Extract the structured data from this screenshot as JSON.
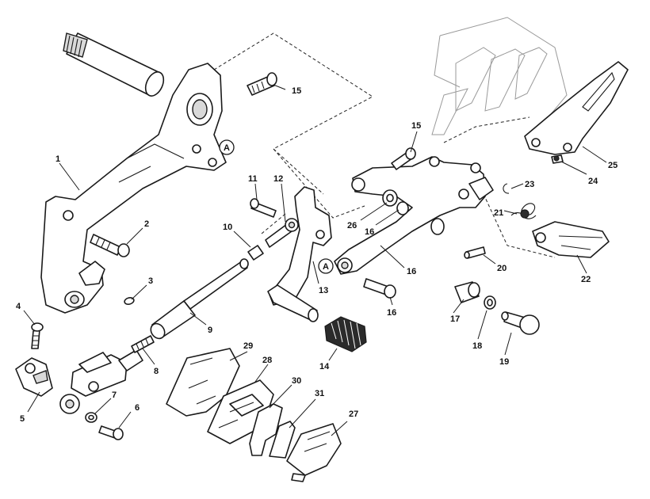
{
  "callouts": {
    "c1": "1",
    "c2": "2",
    "c3": "3",
    "c4": "4",
    "c5": "5",
    "c6": "6",
    "c7": "7",
    "c8": "8",
    "c9": "9",
    "c10": "10",
    "c11": "11",
    "c12": "12",
    "c13": "13",
    "c14": "14",
    "c15a": "15",
    "c15b": "15",
    "c16a": "16",
    "c16b": "16",
    "c16c": "16",
    "c17": "17",
    "c18": "18",
    "c19": "19",
    "c20": "20",
    "c21": "21",
    "c22": "22",
    "c23": "23",
    "c24": "24",
    "c25": "25",
    "c26": "26",
    "c27": "27",
    "c28": "28",
    "c29": "29",
    "c30": "30",
    "c31": "31"
  },
  "references": {
    "ref_a_left": "A",
    "ref_a_right": "A"
  }
}
